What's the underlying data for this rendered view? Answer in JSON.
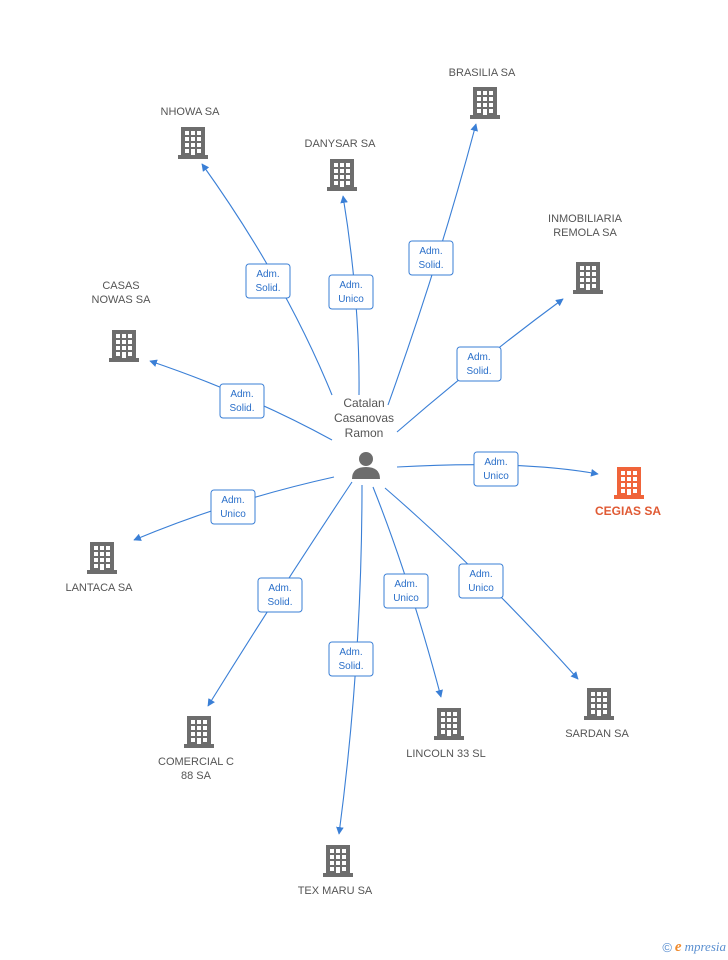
{
  "center": {
    "label_lines": [
      "Catalan",
      "Casanovas",
      "Ramon"
    ],
    "icon": "person-icon"
  },
  "nodes": [
    {
      "id": "cegias",
      "label_lines": [
        "CEGIAS SA"
      ],
      "highlight": true,
      "relation": [
        "Adm.",
        "Unico"
      ],
      "icon": "building-icon"
    },
    {
      "id": "brasilia",
      "label_lines": [
        "BRASILIA SA"
      ],
      "highlight": false,
      "relation": [
        "Adm.",
        "Solid."
      ],
      "icon": "building-icon"
    },
    {
      "id": "nhowa",
      "label_lines": [
        "NHOWA SA"
      ],
      "highlight": false,
      "relation": [
        "Adm.",
        "Solid."
      ],
      "icon": "building-icon"
    },
    {
      "id": "danysar",
      "label_lines": [
        "DANYSAR SA"
      ],
      "highlight": false,
      "relation": [
        "Adm.",
        "Unico"
      ],
      "icon": "building-icon"
    },
    {
      "id": "inmobiliaria",
      "label_lines": [
        "INMOBILIARIA",
        "REMOLA SA"
      ],
      "highlight": false,
      "relation": [
        "Adm.",
        "Solid."
      ],
      "icon": "building-icon"
    },
    {
      "id": "casas",
      "label_lines": [
        "CASAS",
        "NOWAS SA"
      ],
      "highlight": false,
      "relation": [
        "Adm.",
        "Solid."
      ],
      "icon": "building-icon"
    },
    {
      "id": "lantaca",
      "label_lines": [
        "LANTACA SA"
      ],
      "highlight": false,
      "relation": [
        "Adm.",
        "Unico"
      ],
      "icon": "building-icon"
    },
    {
      "id": "comercial",
      "label_lines": [
        "COMERCIAL C",
        "88 SA"
      ],
      "highlight": false,
      "relation": [
        "Adm.",
        "Solid."
      ],
      "icon": "building-icon"
    },
    {
      "id": "texmaru",
      "label_lines": [
        "TEX MARU SA"
      ],
      "highlight": false,
      "relation": [
        "Adm.",
        "Solid."
      ],
      "icon": "building-icon"
    },
    {
      "id": "lincoln",
      "label_lines": [
        "LINCOLN 33 SL"
      ],
      "highlight": false,
      "relation": [
        "Adm.",
        "Unico"
      ],
      "icon": "building-icon"
    },
    {
      "id": "sardan",
      "label_lines": [
        "SARDAN SA"
      ],
      "highlight": false,
      "relation": [
        "Adm.",
        "Unico"
      ],
      "icon": "building-icon"
    }
  ],
  "colors": {
    "edge": "#3a7fd6",
    "building": "#6d6d6d",
    "building_highlight": "#f0643a",
    "label": "#555555"
  },
  "footer": {
    "copyright": "©",
    "brand_initial": "e",
    "brand_rest": "mpresia"
  }
}
